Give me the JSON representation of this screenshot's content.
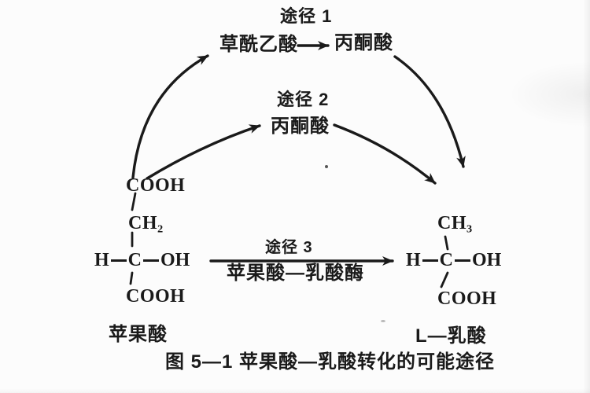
{
  "colors": {
    "ink": "#1a1a1a",
    "paper": "#fcfcfc"
  },
  "diagram": {
    "pathway1": {
      "title": "途径 1",
      "substrate": "草酰乙酸",
      "product": "丙酮酸"
    },
    "pathway2": {
      "title": "途径 2",
      "product": "丙酮酸"
    },
    "pathway3": {
      "title": "途径 3",
      "enzyme": "苹果酸—乳酸酶"
    },
    "malate": {
      "group_top": "COOH",
      "group_ch2": "CH₂",
      "atom_h": "H",
      "atom_c": "C",
      "group_oh": "OH",
      "group_bottom": "COOH",
      "label": "苹果酸"
    },
    "lactate": {
      "group_top": "CH₃",
      "atom_h": "H",
      "atom_c": "C",
      "group_oh": "OH",
      "group_bottom": "COOH",
      "label": "L—乳酸"
    },
    "caption": "图 5—1  苹果酸—乳酸转化的可能途径"
  }
}
